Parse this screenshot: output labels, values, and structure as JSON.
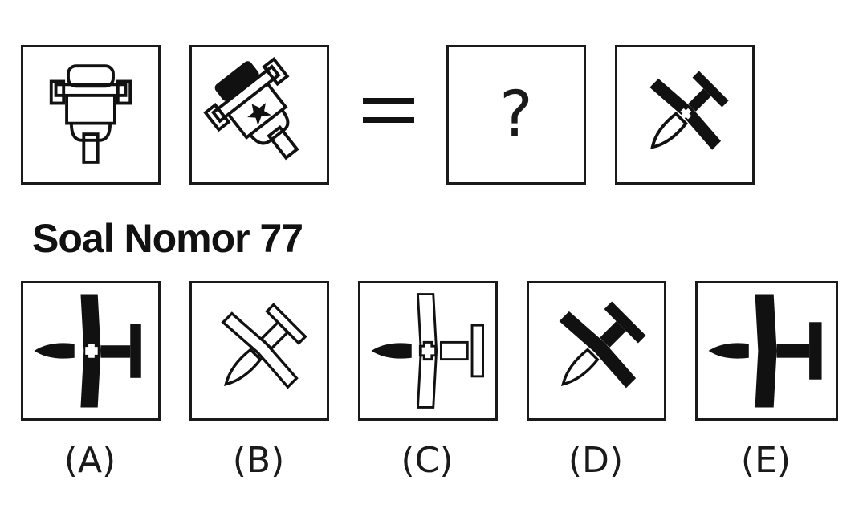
{
  "question": {
    "title": "Soal Nomor 77",
    "equals_icon": "equals-sign-icon",
    "unknown_mark": "?"
  },
  "options": [
    {
      "label": "(A)"
    },
    {
      "label": "(B)"
    },
    {
      "label": "(C)"
    },
    {
      "label": "(D)"
    },
    {
      "label": "(E)"
    }
  ]
}
